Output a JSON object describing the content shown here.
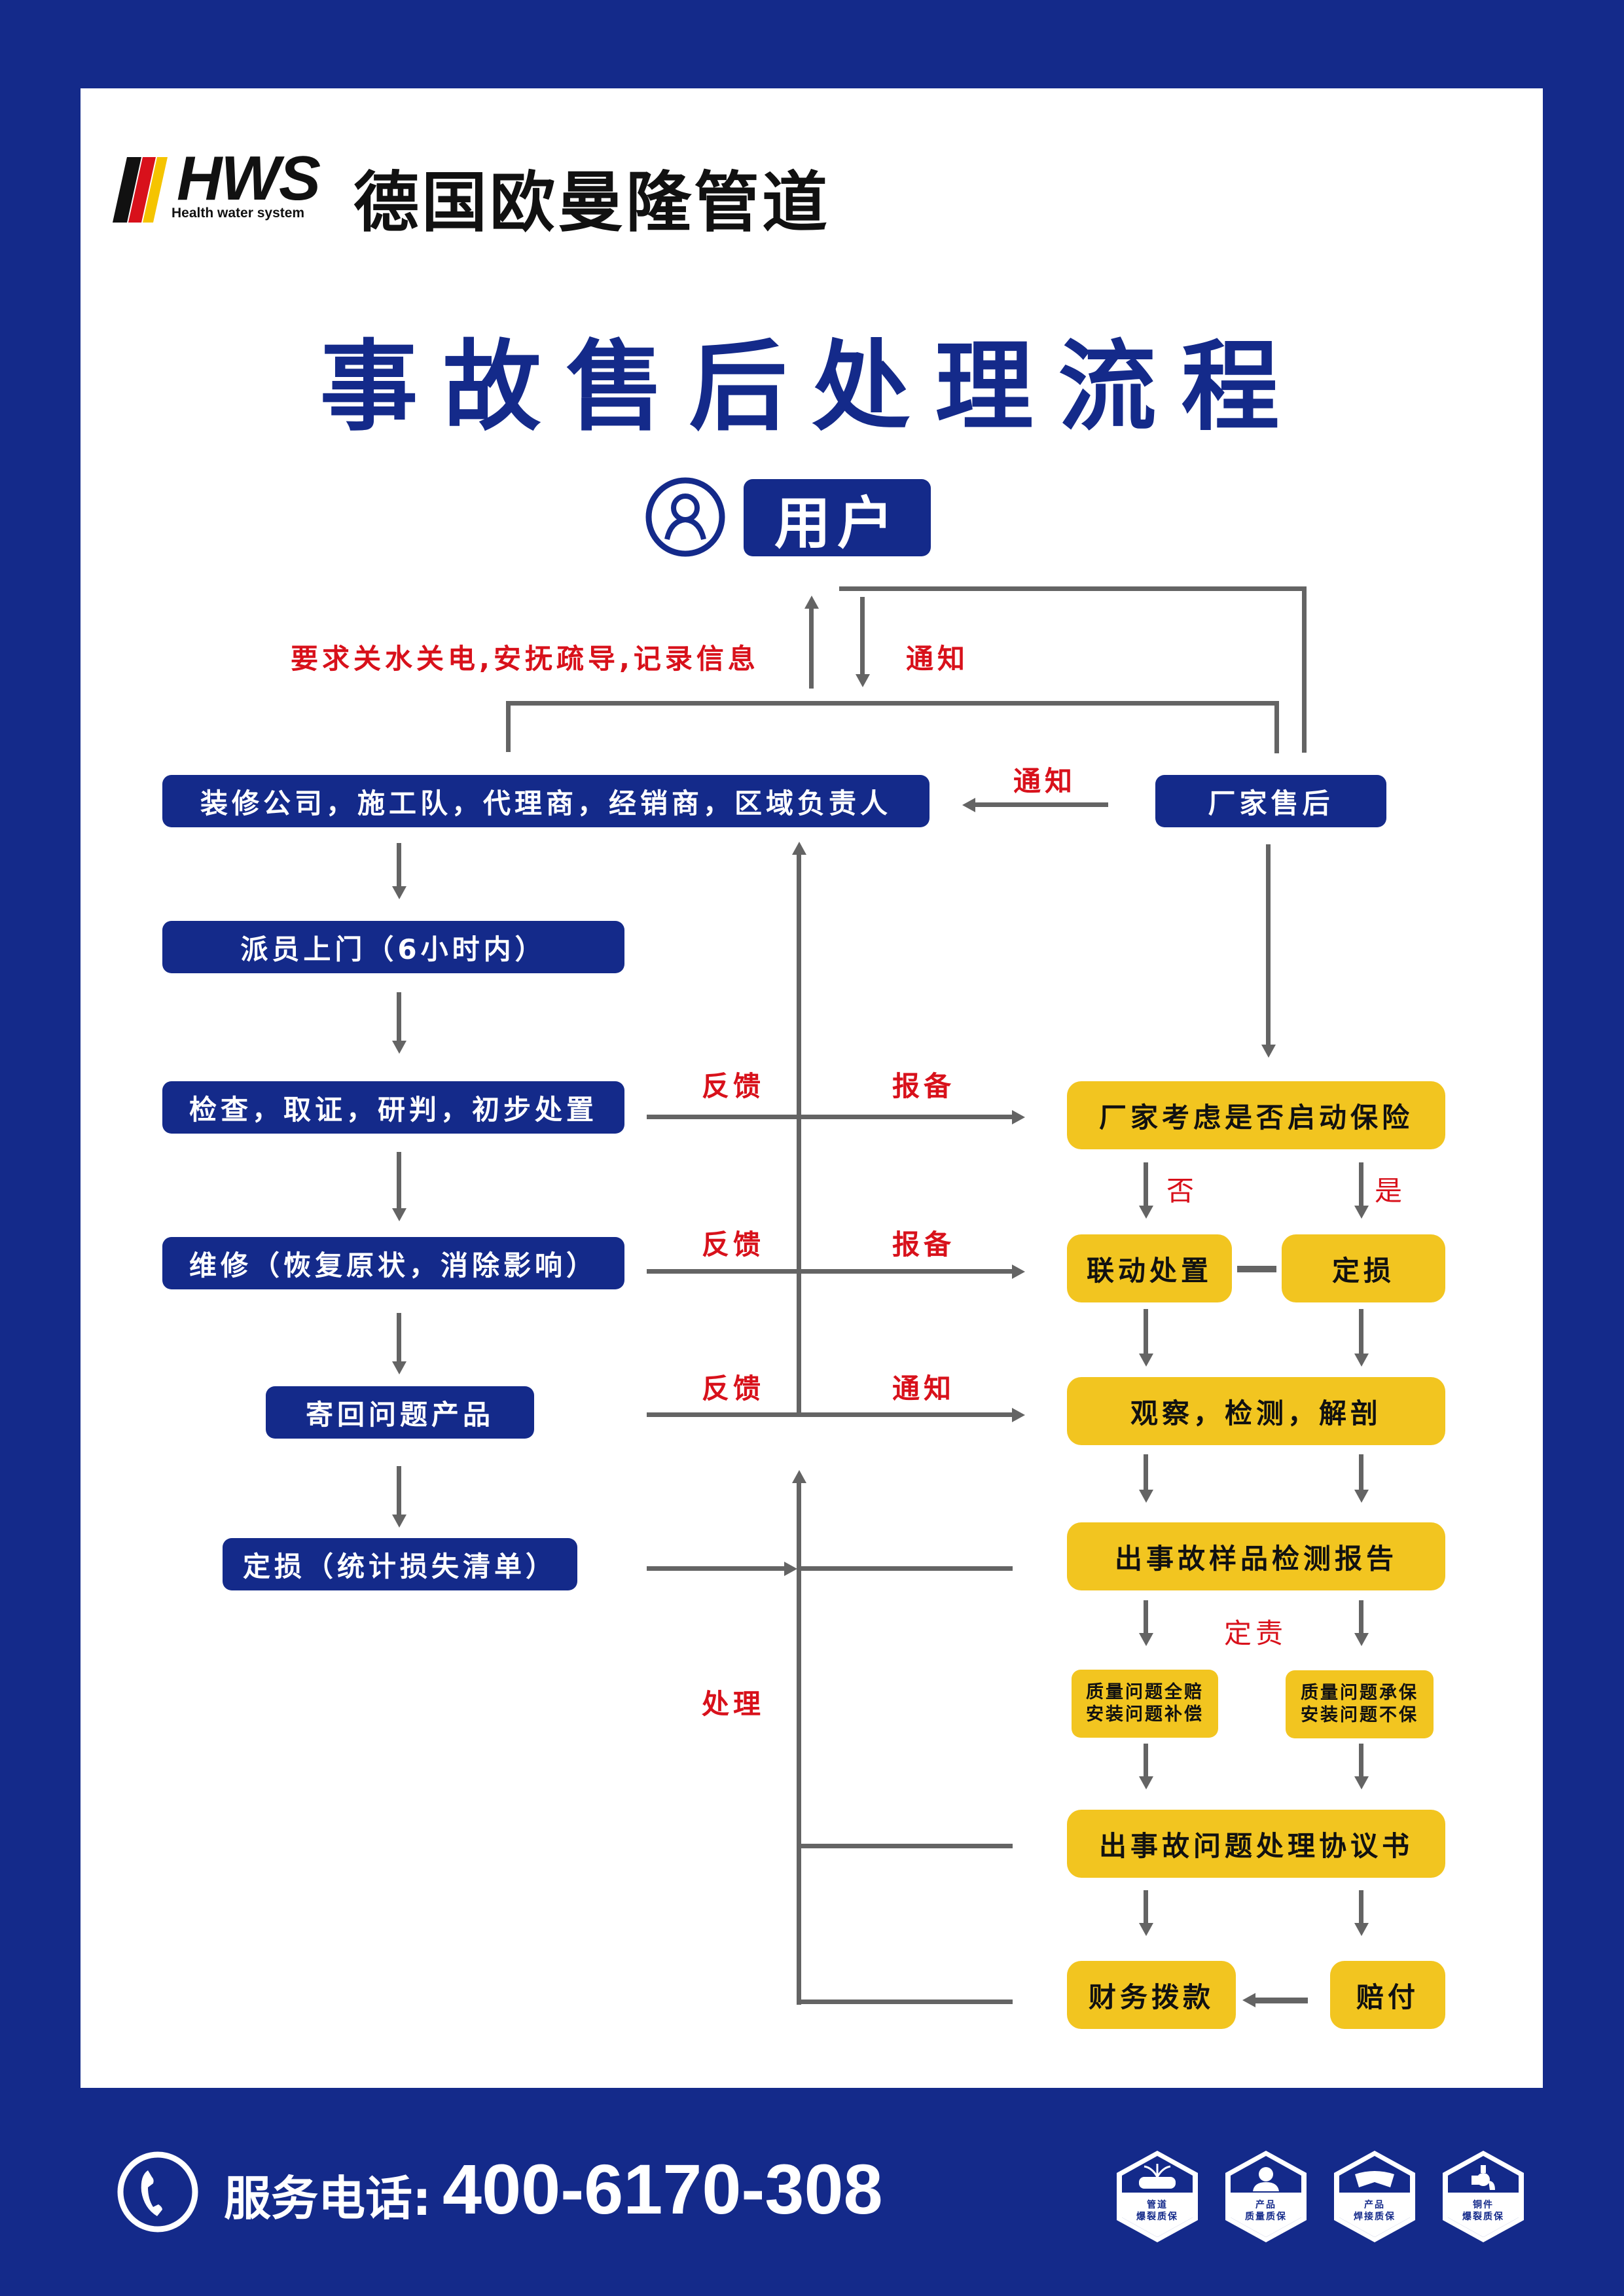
{
  "brand": {
    "logo_text": "HWS",
    "logo_tagline": "Health water system",
    "name_cn": "德国欧曼隆管道",
    "stripe_colors": [
      "#111111",
      "#d8111b",
      "#f5c400"
    ]
  },
  "title": "事故售后处理流程",
  "user_node": {
    "label": "用户",
    "icon": "user-circle-icon"
  },
  "colors": {
    "primary_blue": "#142a8a",
    "accent_yellow": "#f2c520",
    "label_red": "#d8111b",
    "connector_gray": "#646464"
  },
  "labels": {
    "user_instruction": "要求关水关电,安抚疏导,记录信息",
    "notify_user": "通知",
    "notify_dealer": "通知",
    "feedback_1": "反馈",
    "report_1": "报备",
    "feedback_2": "反馈",
    "report_2": "报备",
    "feedback_3": "反馈",
    "notify_3": "通知",
    "no": "否",
    "yes": "是",
    "assign_liability": "定责",
    "handle": "处理"
  },
  "left_steps": [
    "装修公司，施工队，代理商，经销商，区域负责人",
    "派员上门（6小时内）",
    "检查，取证，研判，初步处置",
    "维修（恢复原状，消除影响）",
    "寄回问题产品",
    "定损（统计损失清单）"
  ],
  "right_steps": {
    "manufacturer_service": "厂家售后",
    "insurance_decision": "厂家考虑是否启动保险",
    "joint_handling": "联动处置",
    "damage_assessment": "定损",
    "inspection": "观察，检测，解剖",
    "test_report": "出事故样品检测报告",
    "outcome_left": [
      "质量问题全赔",
      "安装问题补偿"
    ],
    "outcome_right": [
      "质量问题承保",
      "安装问题不保"
    ],
    "agreement": "出事故问题处理协议书",
    "finance": "财务拨款",
    "compensation": "赔付"
  },
  "footer": {
    "phone_label": "服务电话:",
    "phone_number": "400-6170-308",
    "phone_icon": "phone-icon",
    "badges": [
      {
        "line1": "管道",
        "line2": "爆裂质保",
        "icon": "burst-pipe-icon"
      },
      {
        "line1": "产品",
        "line2": "质量质保",
        "icon": "worker-icon"
      },
      {
        "line1": "产品",
        "line2": "焊接质保",
        "icon": "goggles-icon"
      },
      {
        "line1": "铜件",
        "line2": "爆裂质保",
        "icon": "valve-icon"
      }
    ]
  }
}
